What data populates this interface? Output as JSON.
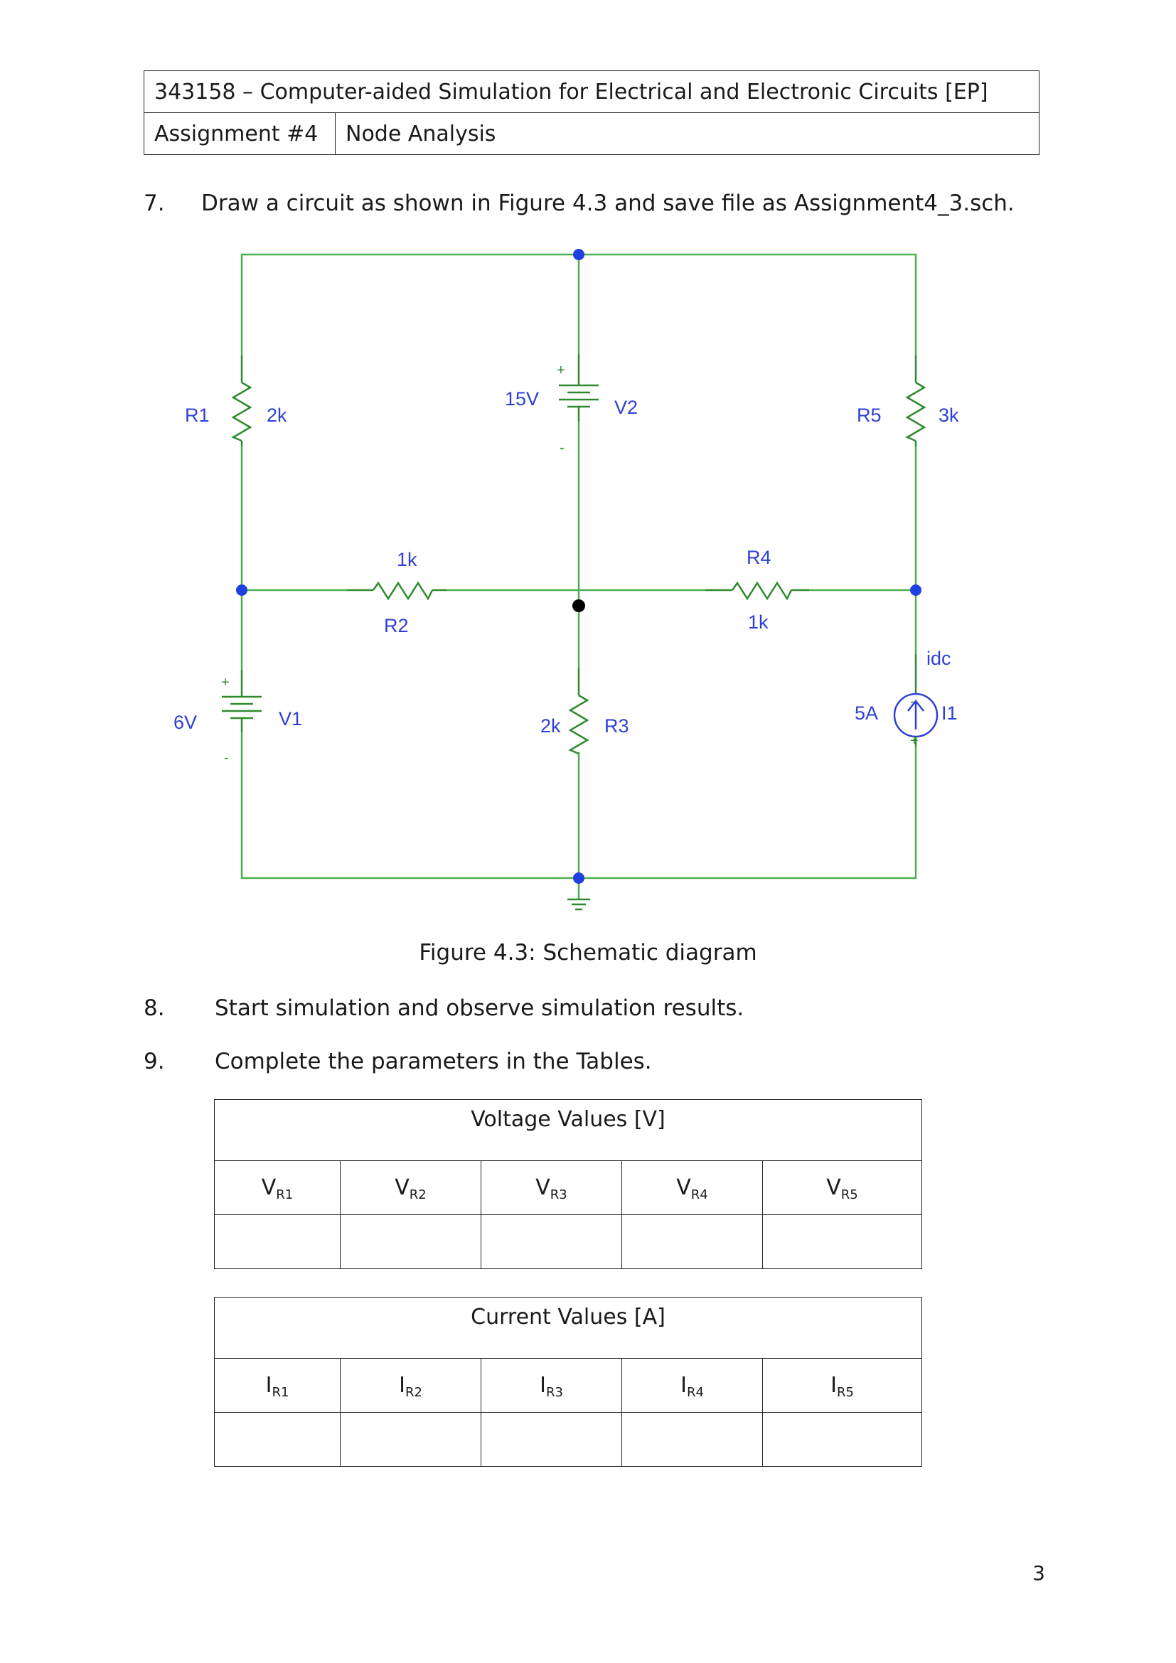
{
  "header": {
    "course": "343158 – Computer-aided Simulation for Electrical and Electronic Circuits [EP]",
    "assignment": "Assignment #4",
    "topic": "Node Analysis"
  },
  "steps": [
    {
      "num": "7.",
      "text": "Draw a circuit as shown in Figure 4.3 and save file as Assignment4_3.sch."
    },
    {
      "num": "8.",
      "text": "Start simulation and observe simulation results."
    },
    {
      "num": "9.",
      "text": "Complete the parameters in the Tables."
    }
  ],
  "schematic": {
    "R1": {
      "name": "R1",
      "value": "2k"
    },
    "R2": {
      "name": "R2",
      "value": "1k"
    },
    "R3": {
      "name": "R3",
      "value": "2k"
    },
    "R4": {
      "name": "R4",
      "value": "1k"
    },
    "R5": {
      "name": "R5",
      "value": "3k"
    },
    "V1": {
      "name": "V1",
      "value": "6V"
    },
    "V2": {
      "name": "V2",
      "value": "15V"
    },
    "I1": {
      "name": "I1",
      "value": "5A",
      "type": "idc"
    },
    "plus": "+",
    "minus": "-",
    "wire_color": "#4caf50",
    "label_color": "#2f3fd6",
    "node_color": "#1f3fe0"
  },
  "caption": "Figure 4.3: Schematic diagram",
  "voltage_table": {
    "title": "Voltage Values [V]",
    "symbol": "V",
    "subs": [
      "R1",
      "R2",
      "R3",
      "R4",
      "R5"
    ]
  },
  "current_table": {
    "title": "Current Values [A]",
    "symbol": "I",
    "subs": [
      "R1",
      "R2",
      "R3",
      "R4",
      "R5"
    ]
  },
  "page_number": "3"
}
